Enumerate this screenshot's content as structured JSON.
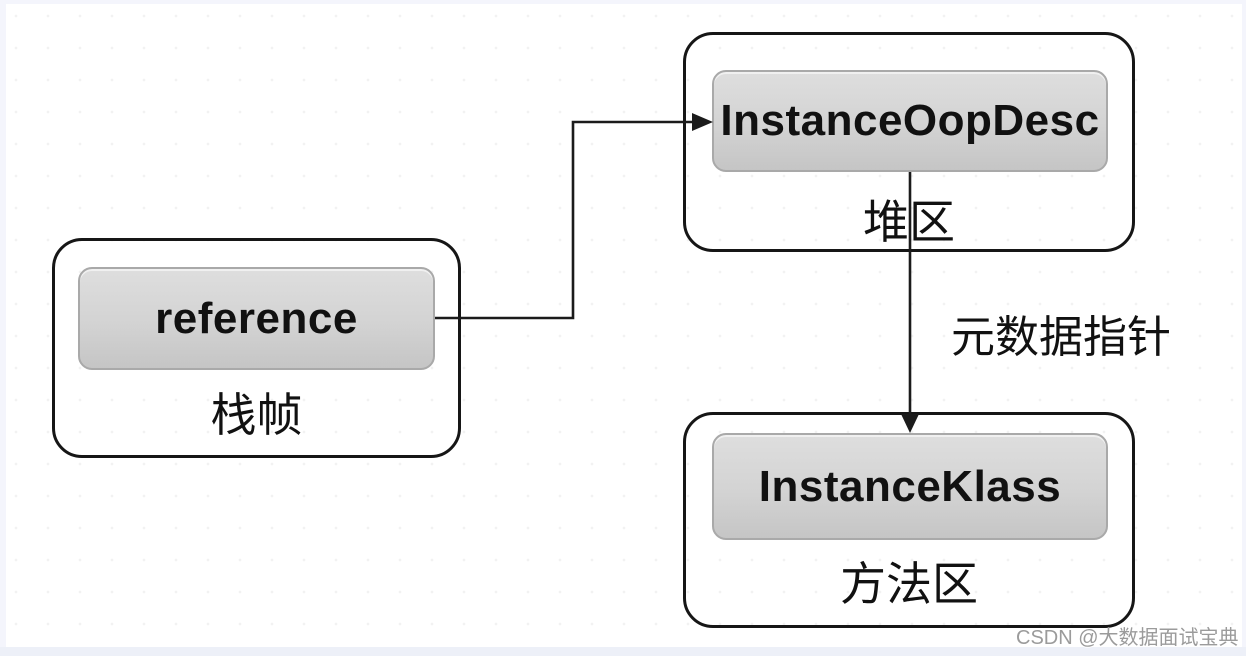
{
  "diagram": {
    "nodes": {
      "stack_frame": {
        "container_label": "栈帧",
        "node_label": "reference"
      },
      "heap": {
        "container_label": "堆区",
        "node_label": "InstanceOopDesc"
      },
      "method_area": {
        "container_label": "方法区",
        "node_label": "InstanceKlass"
      }
    },
    "edges": {
      "reference_to_oop": "reference → InstanceOopDesc",
      "metadata_pointer_label": "元数据指针"
    }
  },
  "watermark": "CSDN @大数据面试宝典",
  "colors": {
    "line": "#1b1b1b",
    "box_border": "#161616",
    "node_fill_top": "#dedede",
    "node_fill_bottom": "#c5c5c5",
    "node_border": "#a9a9a9",
    "text": "#111111",
    "watermark": "#9b9b9b",
    "frame": "#f4f5fc",
    "frame_bottom": "#edf0f8"
  }
}
